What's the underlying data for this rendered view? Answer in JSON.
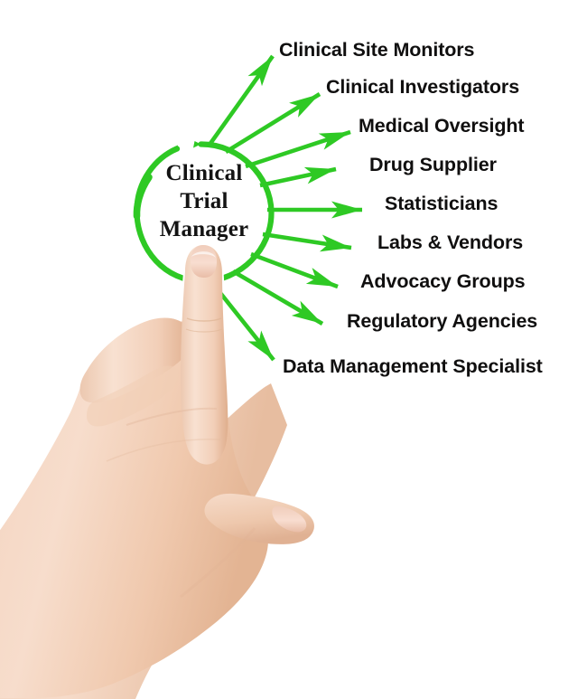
{
  "diagram": {
    "title": "Clinical Trial Manager",
    "center": {
      "lines": [
        "Clinical",
        "Trial",
        "Manager"
      ],
      "text_color": "#131313",
      "circle_color": "#2ec924"
    },
    "arrow_color": "#2ec924",
    "label_color": "#100f0f",
    "background": "#ffffff",
    "branches": [
      {
        "label": "Clinical Site Monitors",
        "icon": "arrow-icon"
      },
      {
        "label": "Clinical Investigators",
        "icon": "arrow-icon"
      },
      {
        "label": "Medical Oversight",
        "icon": "arrow-icon"
      },
      {
        "label": "Drug Supplier",
        "icon": "arrow-icon"
      },
      {
        "label": "Statisticians",
        "icon": "arrow-icon"
      },
      {
        "label": "Labs & Vendors",
        "icon": "arrow-icon"
      },
      {
        "label": "Advocacy Groups",
        "icon": "arrow-icon"
      },
      {
        "label": "Regulatory Agencies",
        "icon": "arrow-icon"
      },
      {
        "label": "Data Management Specialist",
        "icon": "arrow-icon"
      }
    ]
  },
  "hand": {
    "description": "pointing-hand-photo",
    "skin_light": "#f7ded0",
    "skin_mid": "#eec5ab",
    "skin_shadow": "#dda98a",
    "nail": "#f3d6c6"
  }
}
